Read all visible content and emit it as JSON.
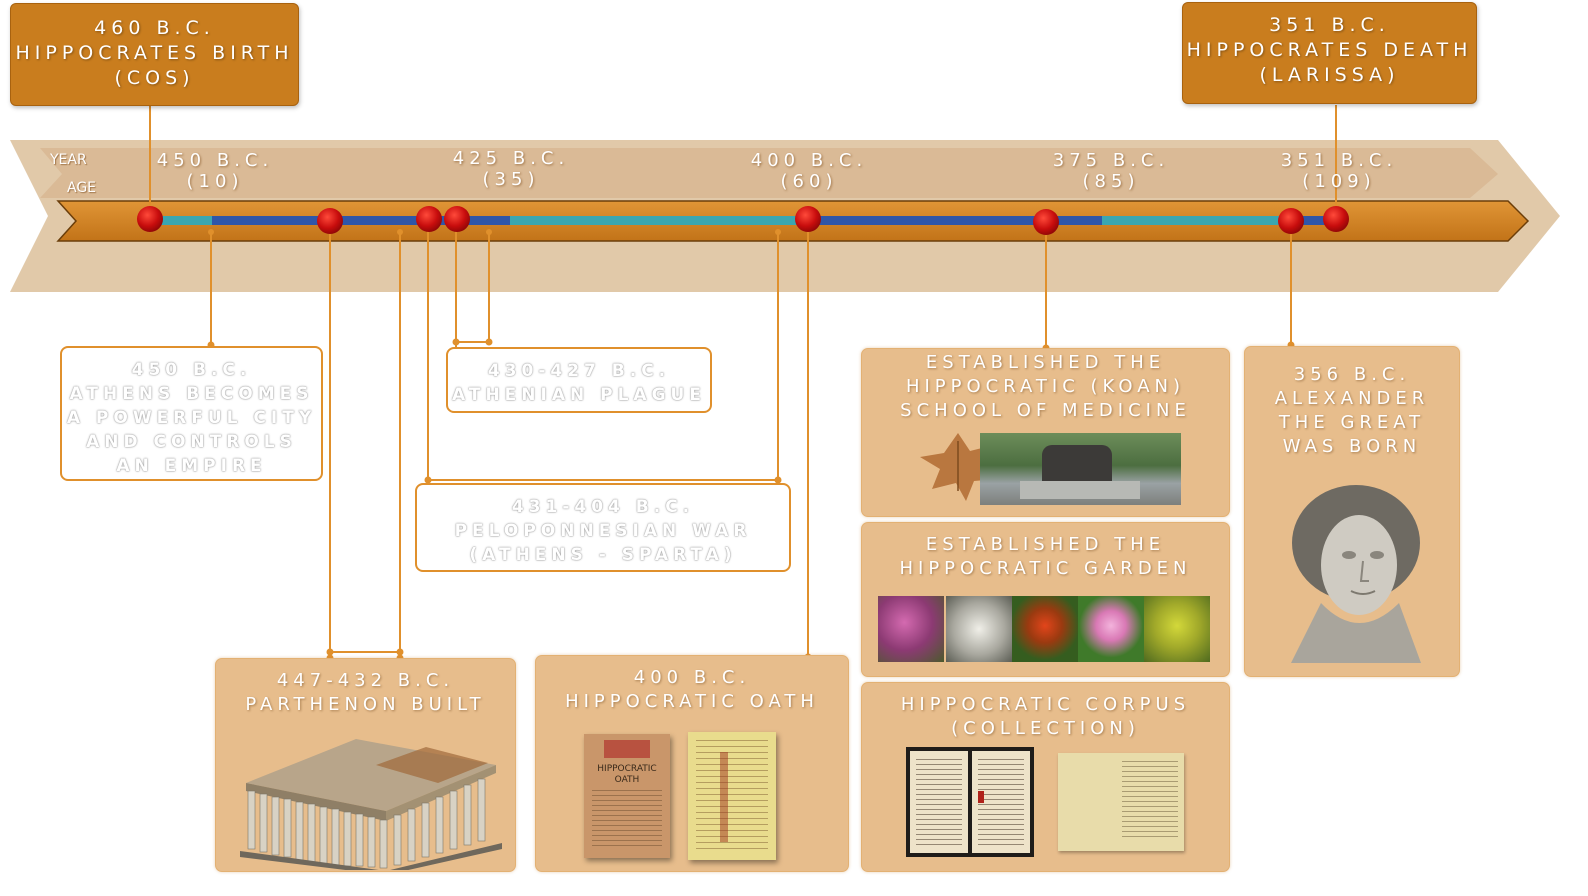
{
  "timeline": {
    "row_labels": {
      "year": "YEAR",
      "age": "AGE"
    },
    "ticks": [
      {
        "year": "450 B.C.",
        "age": "(10)"
      },
      {
        "year": "425 B.C.",
        "age": "(35)"
      },
      {
        "year": "400 B.C.",
        "age": "(60)"
      },
      {
        "year": "375 B.C.",
        "age": "(85)"
      },
      {
        "year": "351 B.C.",
        "age": "(109)"
      }
    ],
    "colors": {
      "band": "#d9b48a",
      "bar": "#cd7e22",
      "track": "#2f56a8",
      "teal": "#3ba6b0",
      "dot": "#c80d0d",
      "line": "#e0902c"
    }
  },
  "events": {
    "birth": {
      "year": "460 B.C.",
      "title": "HIPPOCRATES BIRTH",
      "place": "(COS)"
    },
    "death": {
      "year": "351 B.C.",
      "title": "HIPPOCRATES DEATH",
      "place": "(LARISSA)"
    },
    "athens": {
      "l1": "450 B.C.",
      "l2": "ATHENS BECOMES",
      "l3": "A POWERFUL CITY",
      "l4": "AND CONTROLS",
      "l5": "AN EMPIRE"
    },
    "plague": {
      "l1": "430-427 B.C.",
      "l2": "ATHENIAN PLAGUE"
    },
    "war": {
      "l1": "431-404 B.C.",
      "l2": "PELOPONNESIAN WAR",
      "l3": "(ATHENS - SPARTA)"
    },
    "parthenon": {
      "l1": "447-432 B.C.",
      "l2": "PARTHENON BUILT"
    },
    "oath": {
      "l1": "400 B.C.",
      "l2": "HIPPOCRATIC OATH",
      "manuscript_title": "HIPPOCRATIC",
      "manuscript_sub": "OATH"
    },
    "school": {
      "l1": "ESTABLISHED THE",
      "l2": "HIPPOCRATIC (KOAN)",
      "l3": "SCHOOL OF MEDICINE"
    },
    "garden": {
      "l1": "ESTABLISHED THE",
      "l2": "HIPPOCRATIC GARDEN"
    },
    "corpus": {
      "l1": "HIPPOCRATIC CORPUS",
      "l2": "(COLLECTION)"
    },
    "alexander": {
      "l1": "356 B.C.",
      "l2": "ALEXANDER",
      "l3": "THE GREAT",
      "l4": "WAS BORN"
    }
  }
}
